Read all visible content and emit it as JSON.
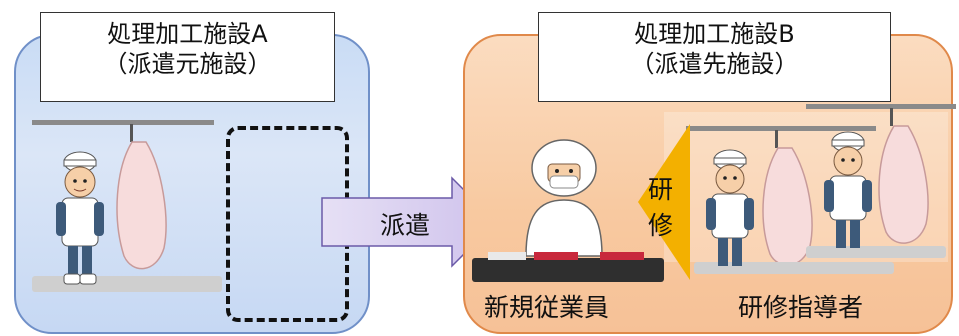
{
  "facility_a": {
    "title_line1": "処理加工施設A",
    "title_line2": "（派遣元施設）",
    "color": "#c9dcf5"
  },
  "facility_b": {
    "title_line1": "処理加工施設B",
    "title_line2": "（派遣先施設）",
    "color": "#f8c9a0"
  },
  "arrow": {
    "label": "派遣",
    "color": "#dcd2f0"
  },
  "training": {
    "char1": "研",
    "char2": "修",
    "color": "#f3b000"
  },
  "labels": {
    "new_employee": "新規従業員",
    "trainer": "研修指導者"
  }
}
